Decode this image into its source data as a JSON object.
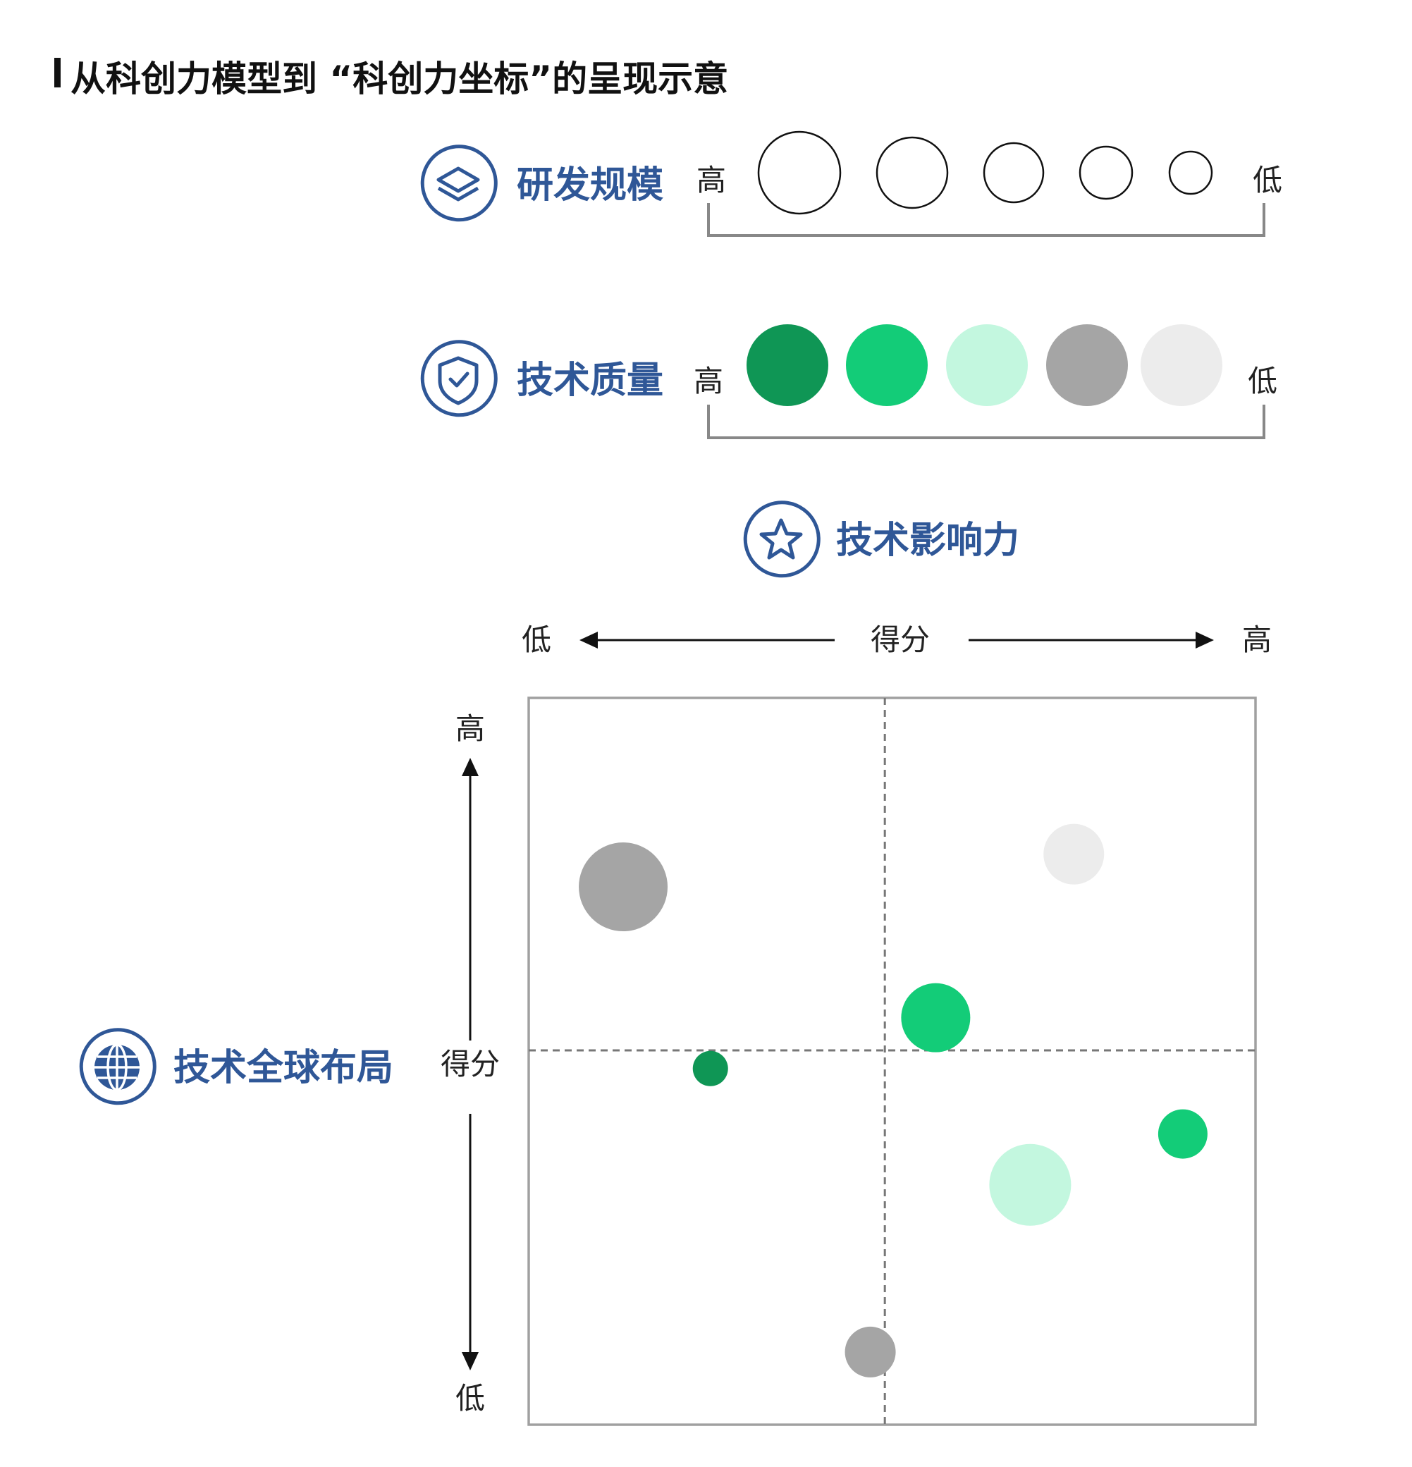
{
  "title": "从科创力模型到 “科创力坐标”的呈现示意",
  "colors": {
    "brand_blue": "#2f5797",
    "dark_green": "#0f9655",
    "green": "#13cc78",
    "light_green": "#c3f7df",
    "gray": "#a5a5a5",
    "light_gray": "#ececec",
    "frame": "#a0a0a0",
    "axis": "#111111"
  },
  "legend_size": {
    "title": "研发规模",
    "icon": "layers-icon",
    "high": "高",
    "low": "低",
    "levels": [
      5,
      4,
      3,
      2,
      1
    ]
  },
  "legend_quality": {
    "title": "技术质量",
    "icon": "shield-check-icon",
    "high": "高",
    "low": "低",
    "levels": [
      "dark_green",
      "green",
      "light_green",
      "gray",
      "light_gray"
    ]
  },
  "x_axis": {
    "title": "技术影响力",
    "icon": "star-icon",
    "label": "得分",
    "low": "低",
    "high": "高"
  },
  "y_axis": {
    "title": "技术全球布局",
    "icon": "globe-icon",
    "label": "得分",
    "low": "低",
    "high": "高"
  },
  "chart_data": {
    "type": "scatter",
    "xlim": [
      0,
      1
    ],
    "ylim": [
      0,
      1
    ],
    "grid": false,
    "quadrant_lines": {
      "x": 0.49,
      "y": 0.515
    },
    "points": [
      {
        "x": 0.13,
        "y": 0.74,
        "size": 5,
        "quality": "gray"
      },
      {
        "x": 0.75,
        "y": 0.785,
        "size": 2,
        "quality": "light_gray"
      },
      {
        "x": 0.56,
        "y": 0.56,
        "size": 3,
        "quality": "green"
      },
      {
        "x": 0.25,
        "y": 0.49,
        "size": 1,
        "quality": "dark_green"
      },
      {
        "x": 0.9,
        "y": 0.4,
        "size": 1,
        "quality": "green"
      },
      {
        "x": 0.69,
        "y": 0.33,
        "size": 4,
        "quality": "light_green"
      },
      {
        "x": 0.47,
        "y": 0.1,
        "size": 2,
        "quality": "gray"
      }
    ]
  }
}
